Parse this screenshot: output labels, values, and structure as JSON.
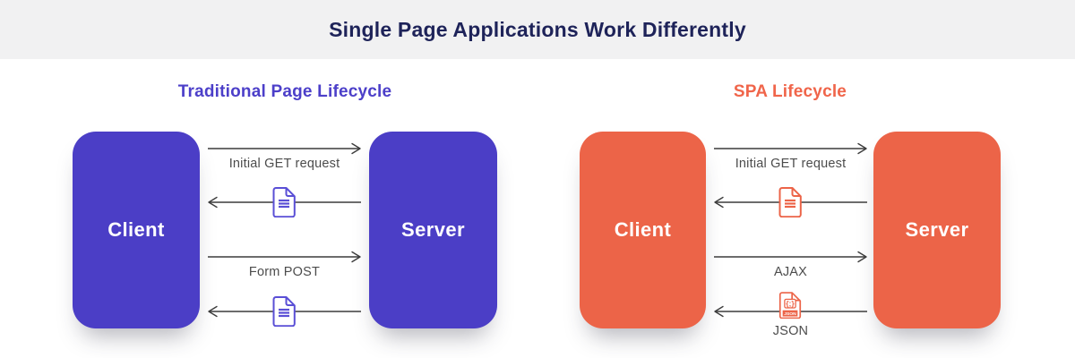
{
  "header": {
    "title": "Single Page Applications Work Differently",
    "title_color": "#1e2359",
    "band_color": "#f1f1f2"
  },
  "panels": [
    {
      "title": "Traditional Page Lifecycle",
      "accent_color": "#4c3fc9",
      "box_color": "#4b3ec6",
      "client_label": "Client",
      "server_label": "Server",
      "flows": [
        {
          "direction": "right",
          "label": "Initial GET request",
          "icon": null
        },
        {
          "direction": "left",
          "label": "",
          "icon": "document-icon"
        },
        {
          "direction": "right",
          "label": "Form POST",
          "icon": null
        },
        {
          "direction": "left",
          "label": "",
          "icon": "document-icon"
        }
      ]
    },
    {
      "title": "SPA Lifecycle",
      "accent_color": "#f0654a",
      "box_color": "#ec6448",
      "client_label": "Client",
      "server_label": "Server",
      "flows": [
        {
          "direction": "right",
          "label": "Initial GET request",
          "icon": null
        },
        {
          "direction": "left",
          "label": "",
          "icon": "document-icon"
        },
        {
          "direction": "right",
          "label": "AJAX",
          "icon": null
        },
        {
          "direction": "left",
          "label": "JSON",
          "icon": "json-file-icon"
        }
      ]
    }
  ]
}
